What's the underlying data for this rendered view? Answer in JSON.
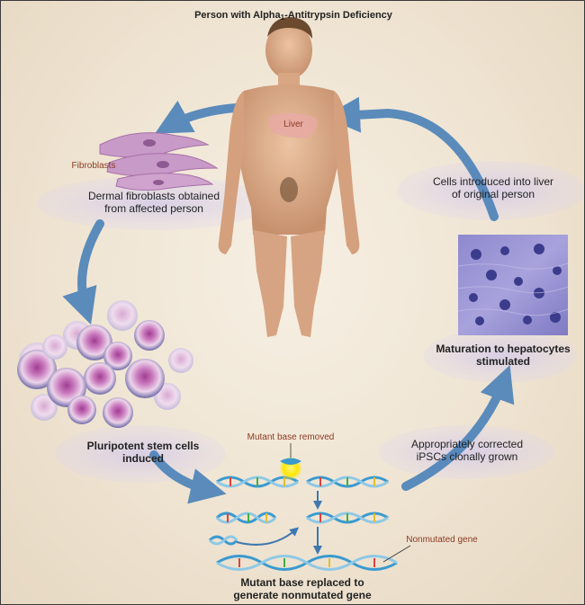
{
  "title": {
    "prefix": "Person with Alpha",
    "subscript": "1",
    "suffix": "-Antitrypsin Deficiency"
  },
  "labels": {
    "liver": "Liver",
    "fibroblasts": "Fibroblasts",
    "dermal_line1": "Dermal fibroblasts obtained",
    "dermal_line2": "from affected person",
    "cells_introduced_line1": "Cells introduced into liver",
    "cells_introduced_line2": "of original person",
    "maturation_line1": "Maturation to hepatocytes",
    "maturation_line2": "stimulated",
    "pluripotent_line1": "Pluripotent stem cells",
    "pluripotent_line2": "induced",
    "mutant_removed": "Mutant base removed",
    "corrected_line1": "Appropriately corrected",
    "corrected_line2": "iPSCs clonally grown",
    "nonmutated_gene": "Nonmutated gene",
    "replaced_line1": "Mutant base replaced to",
    "replaced_line2": "generate nonmutated gene"
  },
  "colors": {
    "arrow": "#4a82b8",
    "label_accent": "#8a3a22",
    "cell_fill": "#b565a8",
    "fibroblast": "#c89ac8",
    "hepatocyte_bg": "#8f8fd0",
    "skin": "#dcae8c"
  }
}
